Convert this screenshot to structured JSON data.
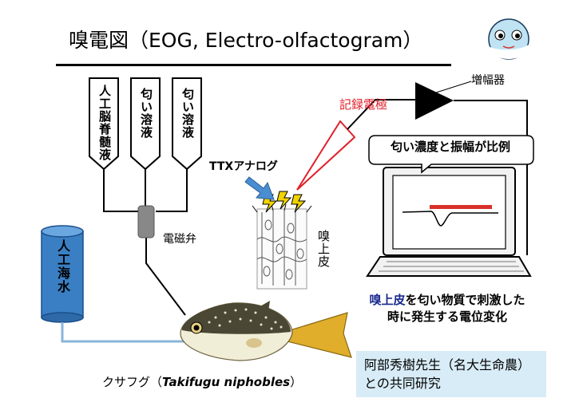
{
  "title": "嗅電図（EOG, Electro-olfactogram）",
  "tubes": [
    {
      "label": "人工脳脊髄液"
    },
    {
      "label": "匂い溶液"
    },
    {
      "label": "匂い溶液"
    }
  ],
  "valve_label": "電磁弁",
  "seawater_label": "人工海水",
  "ttx_label": "TTXアナログ",
  "electrode_label": "記録電極",
  "amplifier_label": "増幅器",
  "epithelium_label": "嗅上皮",
  "bubble_text": "匂い濃度と振幅が比例",
  "change_text": {
    "highlight": "嗅上皮",
    "rest": "を匂い物質で刺激した",
    "line2": "時に発生する電位変化"
  },
  "fish_caption": {
    "prefix": "クサフグ（",
    "scientific": "Takifugu niphobles",
    "suffix": "）"
  },
  "collaboration": {
    "line1": "阿部秀樹先生（名大生命農）",
    "line2": "との共同研究"
  },
  "colors": {
    "electrode_red": "#e0202a",
    "seawater_blue": "#3a7fc4",
    "arrow_blue": "#4a8ed1",
    "tube_line_blue": "#8ab4da",
    "highlight_text": "#1a2a8f",
    "collab_bg": "#d8ecf7",
    "eog_trace_red": "#d9302a"
  }
}
